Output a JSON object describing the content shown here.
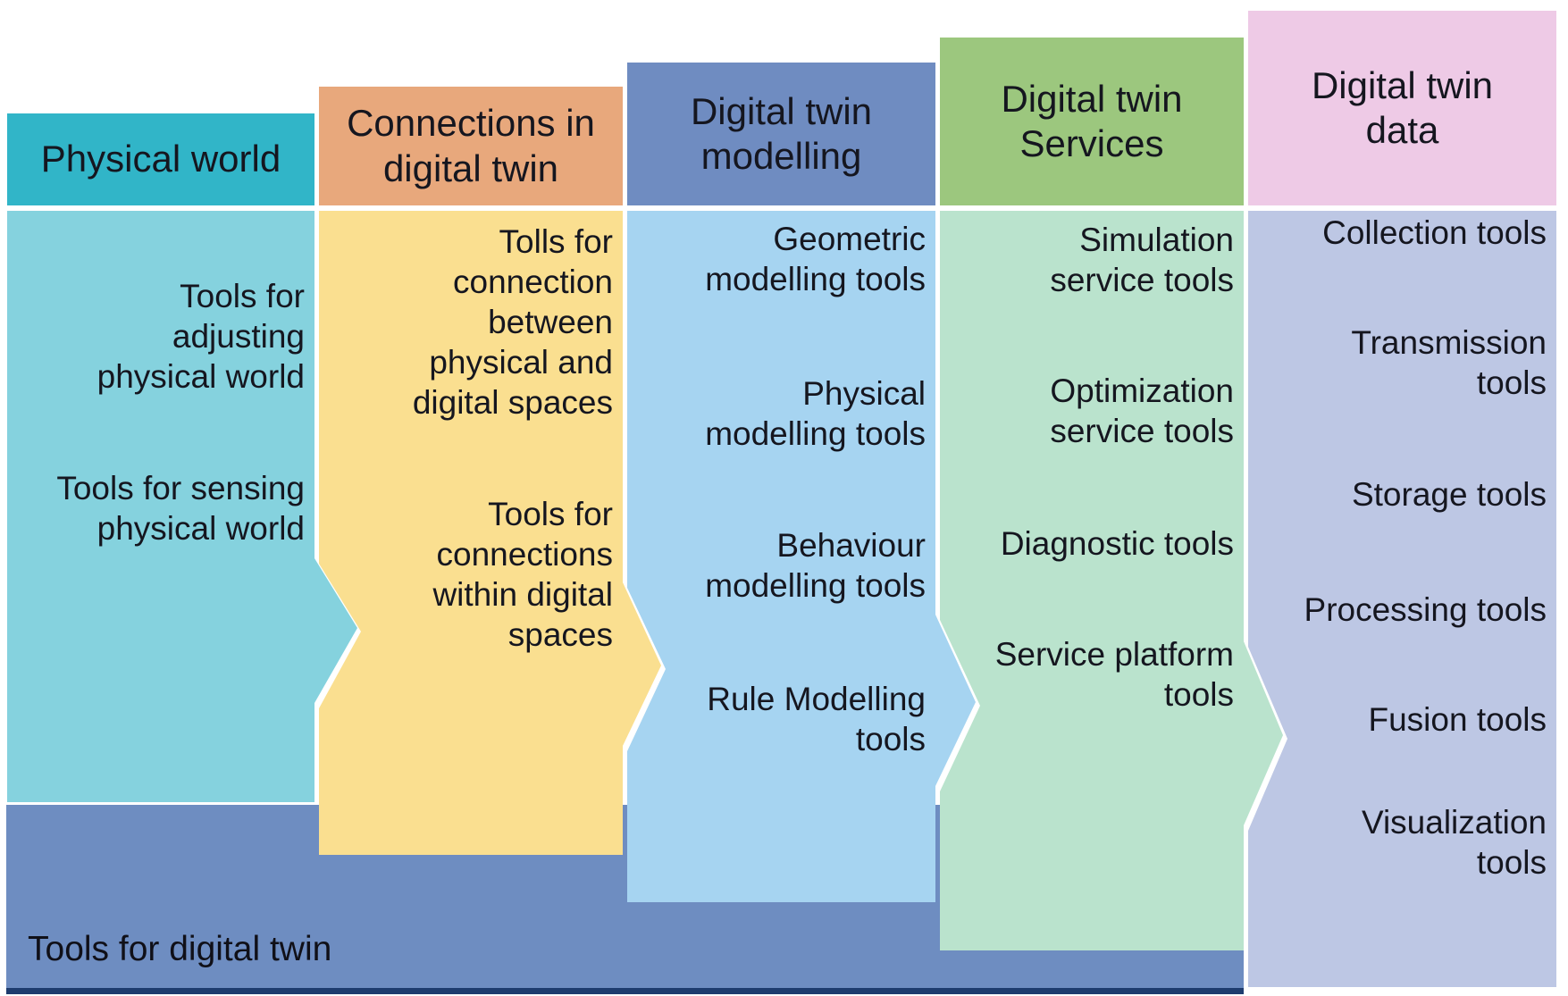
{
  "diagram_title": "Tools for digital twin",
  "columns": [
    {
      "id": "physical-world",
      "header": "Physical world",
      "items": [
        "Tools for\nadjusting\nphysical world",
        "Tools for sensing\nphysical world"
      ]
    },
    {
      "id": "connections-in-digital-twin",
      "header": "Connections in\ndigital twin",
      "items": [
        "Tolls for\nconnection\nbetween\nphysical and\ndigital spaces",
        "Tools for\nconnections\nwithin digital\nspaces"
      ]
    },
    {
      "id": "digital-twin-modelling",
      "header": "Digital twin\nmodelling",
      "items": [
        "Geometric\nmodelling tools",
        "Physical\nmodelling tools",
        "Behaviour\nmodelling tools",
        "Rule Modelling\ntools"
      ]
    },
    {
      "id": "digital-twin-services",
      "header": "Digital twin\nServices",
      "items": [
        "Simulation\nservice tools",
        "Optimization\nservice tools",
        "Diagnostic tools",
        "Service platform\ntools"
      ]
    },
    {
      "id": "digital-twin-data",
      "header": "Digital twin\ndata",
      "items": [
        "Collection tools",
        "Transmission\ntools",
        "Storage tools",
        "Processing tools",
        "Fusion tools",
        "Visualization\ntools"
      ]
    }
  ],
  "footer": {
    "label": "Tools for digital twin"
  },
  "colors": {
    "header_fills": [
      "#31b5c8",
      "#e8a87c",
      "#6f8cc1",
      "#9cc77e",
      "#eecae6"
    ],
    "body_fills": [
      "#85d2de",
      "#fadf90",
      "#a6d4f1",
      "#bae3cd",
      "#bdc7e4"
    ],
    "footer_fill": "#6e8dc1",
    "footer_accent": "#1e3c6e",
    "text": "#15161f"
  }
}
